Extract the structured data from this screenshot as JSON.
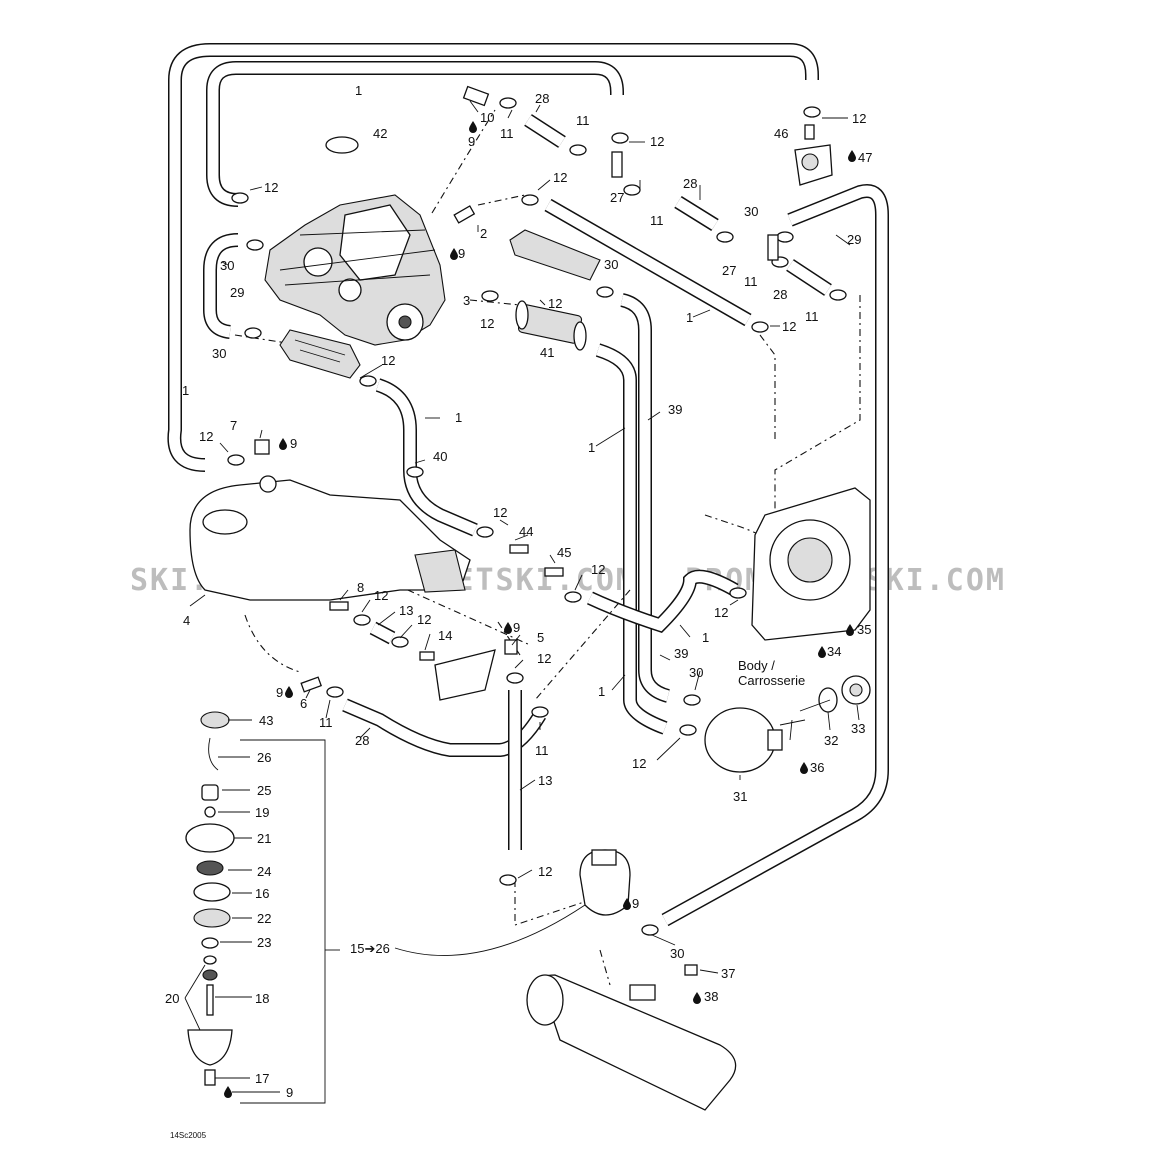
{
  "diagram": {
    "code": "14Sc2005",
    "watermark": [
      "SKI.COM",
      "PROMO-JETSKI.COM",
      "PROMO-JETSKI.COM"
    ],
    "body_label_line1": "Body /",
    "body_label_line2": "Carrosserie",
    "kit_label": "15➔26",
    "callouts": [
      {
        "id": "c1a",
        "text": "1"
      },
      {
        "id": "c1b",
        "text": "1"
      },
      {
        "id": "c1c",
        "text": "1"
      },
      {
        "id": "c1d",
        "text": "1"
      },
      {
        "id": "c1e",
        "text": "1"
      },
      {
        "id": "c1f",
        "text": "1"
      },
      {
        "id": "c1g",
        "text": "1"
      },
      {
        "id": "c2",
        "text": "2"
      },
      {
        "id": "c3",
        "text": "3"
      },
      {
        "id": "c4",
        "text": "4"
      },
      {
        "id": "c5",
        "text": "5"
      },
      {
        "id": "c6",
        "text": "6"
      },
      {
        "id": "c7",
        "text": "7"
      },
      {
        "id": "c8",
        "text": "8"
      },
      {
        "id": "c9a",
        "text": "9"
      },
      {
        "id": "c9b",
        "text": "9"
      },
      {
        "id": "c9c",
        "text": "9"
      },
      {
        "id": "c9d",
        "text": "9"
      },
      {
        "id": "c9e",
        "text": "9"
      },
      {
        "id": "c9f",
        "text": "9"
      },
      {
        "id": "c9g",
        "text": "9"
      },
      {
        "id": "c10",
        "text": "10"
      },
      {
        "id": "c11a",
        "text": "11"
      },
      {
        "id": "c11b",
        "text": "11"
      },
      {
        "id": "c11c",
        "text": "11"
      },
      {
        "id": "c11d",
        "text": "11"
      },
      {
        "id": "c11e",
        "text": "11"
      },
      {
        "id": "c11f",
        "text": "11"
      },
      {
        "id": "c11g",
        "text": "11"
      },
      {
        "id": "c12a",
        "text": "12"
      },
      {
        "id": "c12b",
        "text": "12"
      },
      {
        "id": "c12c",
        "text": "12"
      },
      {
        "id": "c12d",
        "text": "12"
      },
      {
        "id": "c12e",
        "text": "12"
      },
      {
        "id": "c12f",
        "text": "12"
      },
      {
        "id": "c12g",
        "text": "12"
      },
      {
        "id": "c12h",
        "text": "12"
      },
      {
        "id": "c12i",
        "text": "12"
      },
      {
        "id": "c12j",
        "text": "12"
      },
      {
        "id": "c12k",
        "text": "12"
      },
      {
        "id": "c12l",
        "text": "12"
      },
      {
        "id": "c12m",
        "text": "12"
      },
      {
        "id": "c12n",
        "text": "12"
      },
      {
        "id": "c12o",
        "text": "12"
      },
      {
        "id": "c12p",
        "text": "12"
      },
      {
        "id": "c12q",
        "text": "12"
      },
      {
        "id": "c13a",
        "text": "13"
      },
      {
        "id": "c13b",
        "text": "13"
      },
      {
        "id": "c14",
        "text": "14"
      },
      {
        "id": "c16",
        "text": "16"
      },
      {
        "id": "c17",
        "text": "17"
      },
      {
        "id": "c18",
        "text": "18"
      },
      {
        "id": "c19",
        "text": "19"
      },
      {
        "id": "c20",
        "text": "20"
      },
      {
        "id": "c21",
        "text": "21"
      },
      {
        "id": "c22",
        "text": "22"
      },
      {
        "id": "c23",
        "text": "23"
      },
      {
        "id": "c24",
        "text": "24"
      },
      {
        "id": "c25",
        "text": "25"
      },
      {
        "id": "c26",
        "text": "26"
      },
      {
        "id": "c27a",
        "text": "27"
      },
      {
        "id": "c27b",
        "text": "27"
      },
      {
        "id": "c28a",
        "text": "28"
      },
      {
        "id": "c28b",
        "text": "28"
      },
      {
        "id": "c28c",
        "text": "28"
      },
      {
        "id": "c28d",
        "text": "28"
      },
      {
        "id": "c29a",
        "text": "29"
      },
      {
        "id": "c29b",
        "text": "29"
      },
      {
        "id": "c30a",
        "text": "30"
      },
      {
        "id": "c30b",
        "text": "30"
      },
      {
        "id": "c30c",
        "text": "30"
      },
      {
        "id": "c30d",
        "text": "30"
      },
      {
        "id": "c30e",
        "text": "30"
      },
      {
        "id": "c30f",
        "text": "30"
      },
      {
        "id": "c31",
        "text": "31"
      },
      {
        "id": "c32",
        "text": "32"
      },
      {
        "id": "c33",
        "text": "33"
      },
      {
        "id": "c34",
        "text": "34"
      },
      {
        "id": "c35",
        "text": "35"
      },
      {
        "id": "c36",
        "text": "36"
      },
      {
        "id": "c37",
        "text": "37"
      },
      {
        "id": "c38",
        "text": "38"
      },
      {
        "id": "c39a",
        "text": "39"
      },
      {
        "id": "c39b",
        "text": "39"
      },
      {
        "id": "c40",
        "text": "40"
      },
      {
        "id": "c41",
        "text": "41"
      },
      {
        "id": "c42",
        "text": "42"
      },
      {
        "id": "c43",
        "text": "43"
      },
      {
        "id": "c44",
        "text": "44"
      },
      {
        "id": "c45",
        "text": "45"
      },
      {
        "id": "c46",
        "text": "46"
      },
      {
        "id": "c47",
        "text": "47"
      }
    ]
  }
}
